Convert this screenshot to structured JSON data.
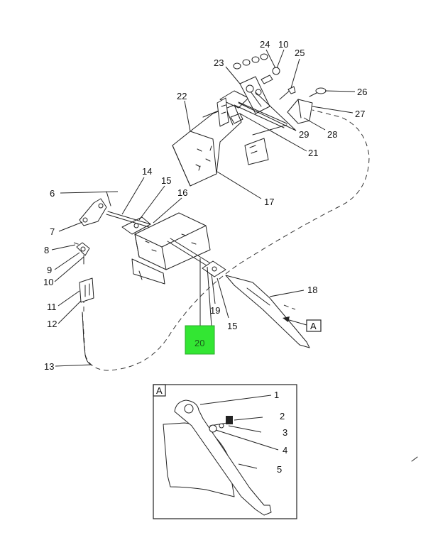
{
  "callouts": {
    "c1": "1",
    "c2": "2",
    "c3": "3",
    "c4": "4",
    "c5": "5",
    "c6": "6",
    "c7": "7",
    "c8": "8",
    "c9": "9",
    "c10a": "10",
    "c10b": "10",
    "c11": "11",
    "c12": "12",
    "c13": "13",
    "c14": "14",
    "c15a": "15",
    "c15b": "15",
    "c16": "16",
    "c17": "17",
    "c18": "18",
    "c19": "19",
    "c20": "20",
    "c21": "21",
    "c22": "22",
    "c23": "23",
    "c24": "24",
    "c25": "25",
    "c26": "26",
    "c27": "27",
    "c28": "28",
    "c29": "29"
  },
  "view_ref": "A",
  "detail_label": "A",
  "highlight_part": "20",
  "colors": {
    "highlight": "#33e633",
    "line": "#222222"
  }
}
